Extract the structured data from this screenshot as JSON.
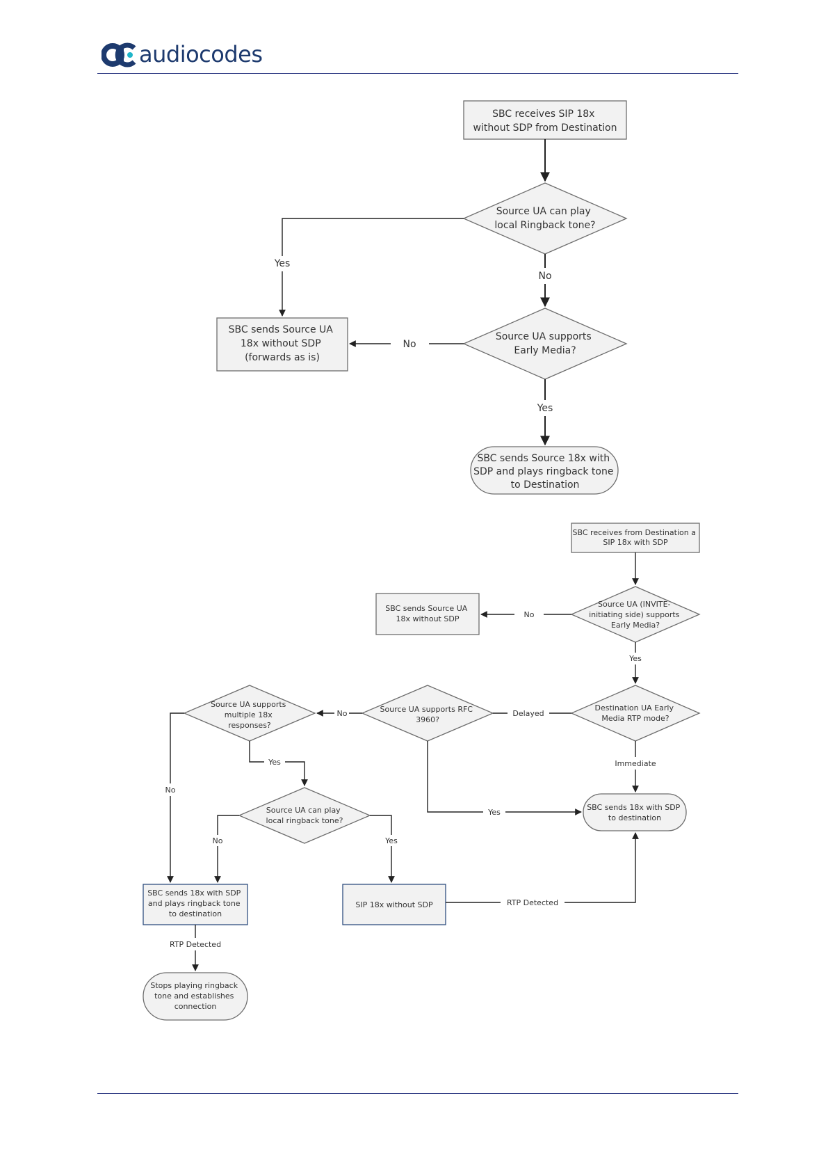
{
  "header": {
    "brand": "audiocodes"
  },
  "flowchart_1": {
    "start": [
      "SBC receives SIP 18x",
      "without SDP from Destination"
    ],
    "decision_ringback": [
      "Source UA can play",
      "local Ringback tone?"
    ],
    "decision_early_media": [
      "Source UA supports",
      "Early Media?"
    ],
    "forward": [
      "SBC sends Source UA",
      "18x without SDP",
      "(forwards as is)"
    ],
    "end": [
      "SBC sends Source 18x with",
      "SDP and plays ringback tone",
      "to Destination"
    ],
    "edge_yes_1": "Yes",
    "edge_no_1": "No",
    "edge_no_2": "No",
    "edge_yes_2": "Yes"
  },
  "flowchart_2": {
    "start": [
      "SBC receives from Destination a",
      "SIP 18x with SDP"
    ],
    "decision_early_media": [
      "Source UA (INVITE-",
      "initiating side) supports",
      "Early Media?"
    ],
    "no_sdp_box": [
      "SBC sends Source UA",
      "18x without SDP"
    ],
    "decision_rtp_mode": [
      "Destination UA Early",
      "Media RTP mode?"
    ],
    "decision_rfc": [
      "Source UA supports RFC",
      "3960?"
    ],
    "decision_multiple": [
      "Source UA supports",
      "multiple 18x",
      "responses?"
    ],
    "decision_local": [
      "Source UA can play",
      "local ringback tone?"
    ],
    "sends_sdp_dest": [
      "SBC sends 18x with SDP",
      "to destination"
    ],
    "sends_sdp_ringback": [
      "SBC sends 18x with SDP",
      "and plays ringback tone",
      "to destination"
    ],
    "sip_no_sdp": [
      "SIP 18x without SDP"
    ],
    "stops": [
      "Stops playing ringback",
      "tone and establishes",
      "connection"
    ],
    "edge_no_early": "No",
    "edge_yes_early": "Yes",
    "edge_delayed": "Delayed",
    "edge_immediate": "Immediate",
    "edge_no_rfc": "No",
    "edge_yes_rfc": "Yes",
    "edge_no_multiple": "No",
    "edge_yes_multiple": "Yes",
    "edge_no_local": "No",
    "edge_yes_local": "Yes",
    "edge_rtp_1": "RTP Detected",
    "edge_rtp_2": "RTP Detected"
  }
}
